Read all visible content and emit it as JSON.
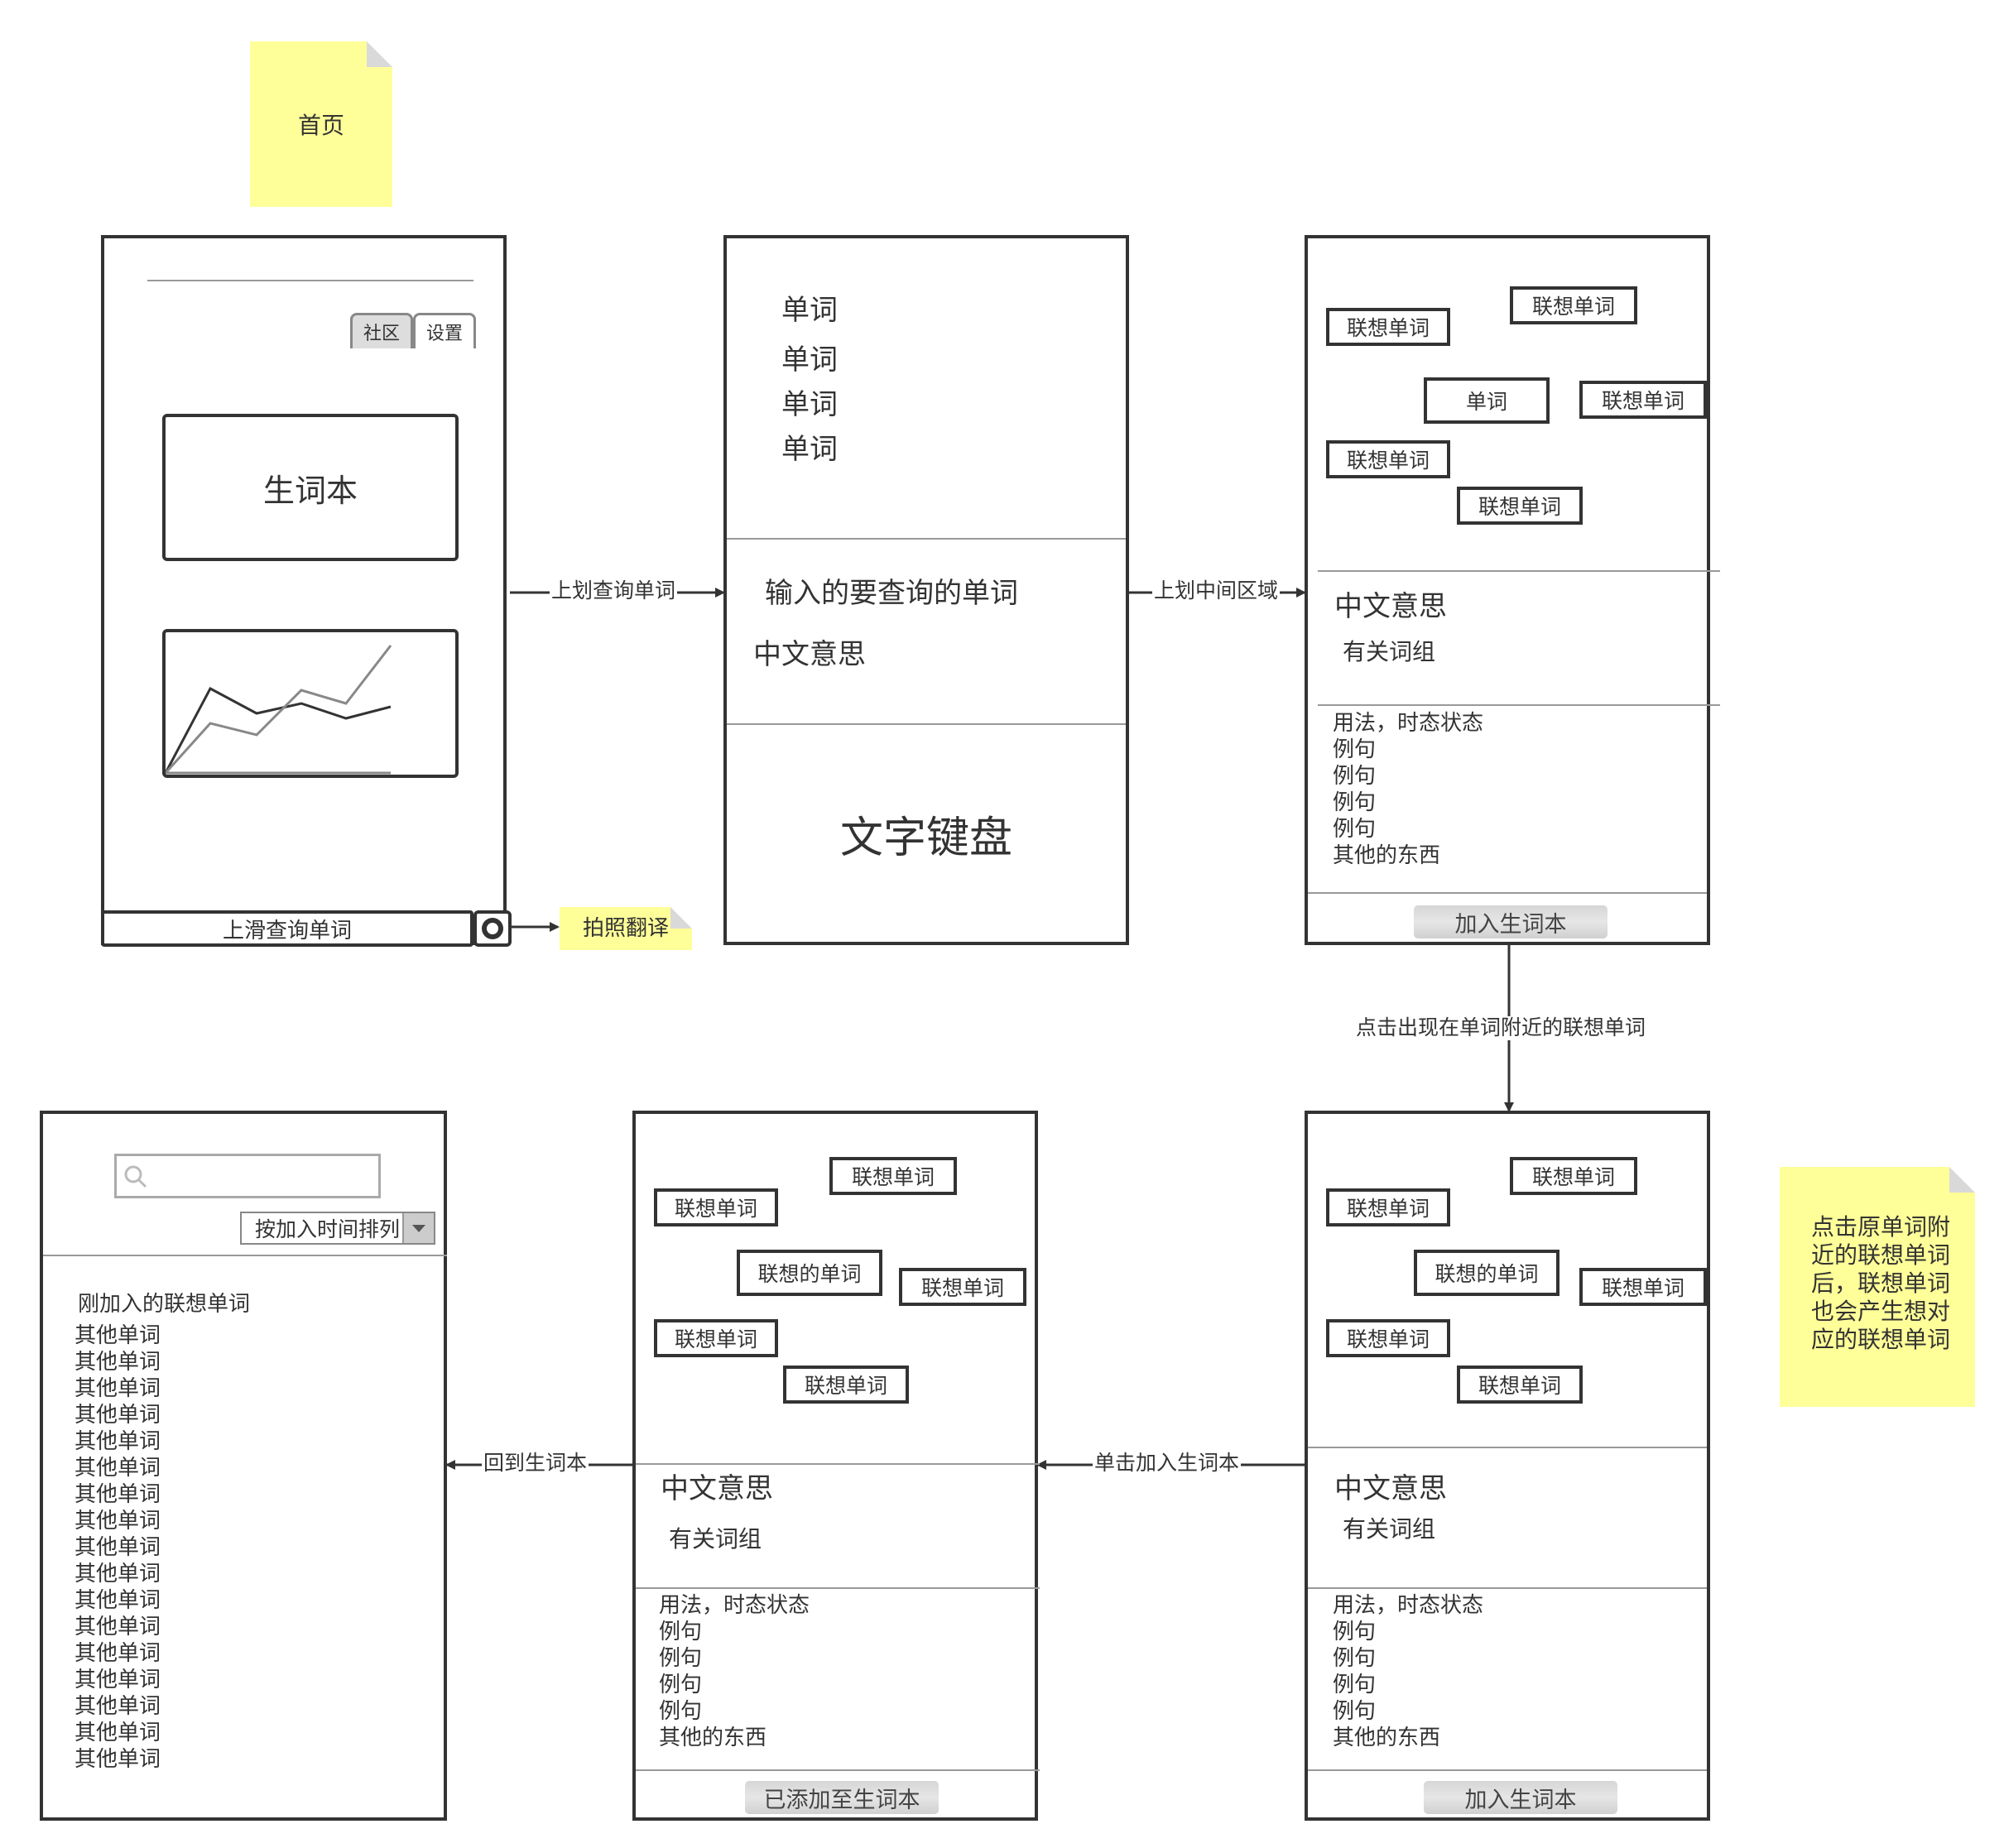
{
  "home_note": "首页",
  "home": {
    "tab_community": "社区",
    "tab_settings": "设置",
    "vocab_card": "生词本",
    "swipe_bar": "上滑查询单词"
  },
  "photo_note": "拍照翻译",
  "edges": {
    "swipe_query": "上划查询单词",
    "swipe_middle": "上划中间区域",
    "click_assoc": "点击出现在单词附近的联想单词",
    "click_add": "单击加入生词本",
    "back_vocab": "回到生词本"
  },
  "search_screen": {
    "words": [
      "单词",
      "单词",
      "单词",
      "单词"
    ],
    "input_word": "输入的要查询的单词",
    "meaning": "中文意思",
    "keyboard": "文字键盘"
  },
  "detail1": {
    "center": "单词",
    "assoc": "联想单词",
    "meaning": "中文意思",
    "phrases": "有关词组",
    "details": [
      "用法，时态状态",
      "例句",
      "例句",
      "例句",
      "例句",
      "其他的东西"
    ],
    "button": "加入生词本"
  },
  "detail2": {
    "center": "联想的单词",
    "assoc": "联想单词",
    "meaning": "中文意思",
    "phrases": "有关词组",
    "details": [
      "用法，时态状态",
      "例句",
      "例句",
      "例句",
      "例句",
      "其他的东西"
    ],
    "button": "加入生词本"
  },
  "detail3": {
    "center": "联想的单词",
    "assoc": "联想单词",
    "meaning": "中文意思",
    "phrases": "有关词组",
    "details": [
      "用法，时态状态",
      "例句",
      "例句",
      "例句",
      "例句",
      "其他的东西"
    ],
    "button": "已添加至生词本"
  },
  "vocab_list": {
    "sort": "按加入时间排列",
    "first_item": "刚加入的联想单词",
    "items": [
      "其他单词",
      "其他单词",
      "其他单词",
      "其他单词",
      "其他单词",
      "其他单词",
      "其他单词",
      "其他单词",
      "其他单词",
      "其他单词",
      "其他单词",
      "其他单词",
      "其他单词",
      "其他单词",
      "其他单词",
      "其他单词",
      "其他单词"
    ]
  },
  "side_note": "点击原单词附近的联想单词后，联想单词也会产生想对应的联想单词"
}
